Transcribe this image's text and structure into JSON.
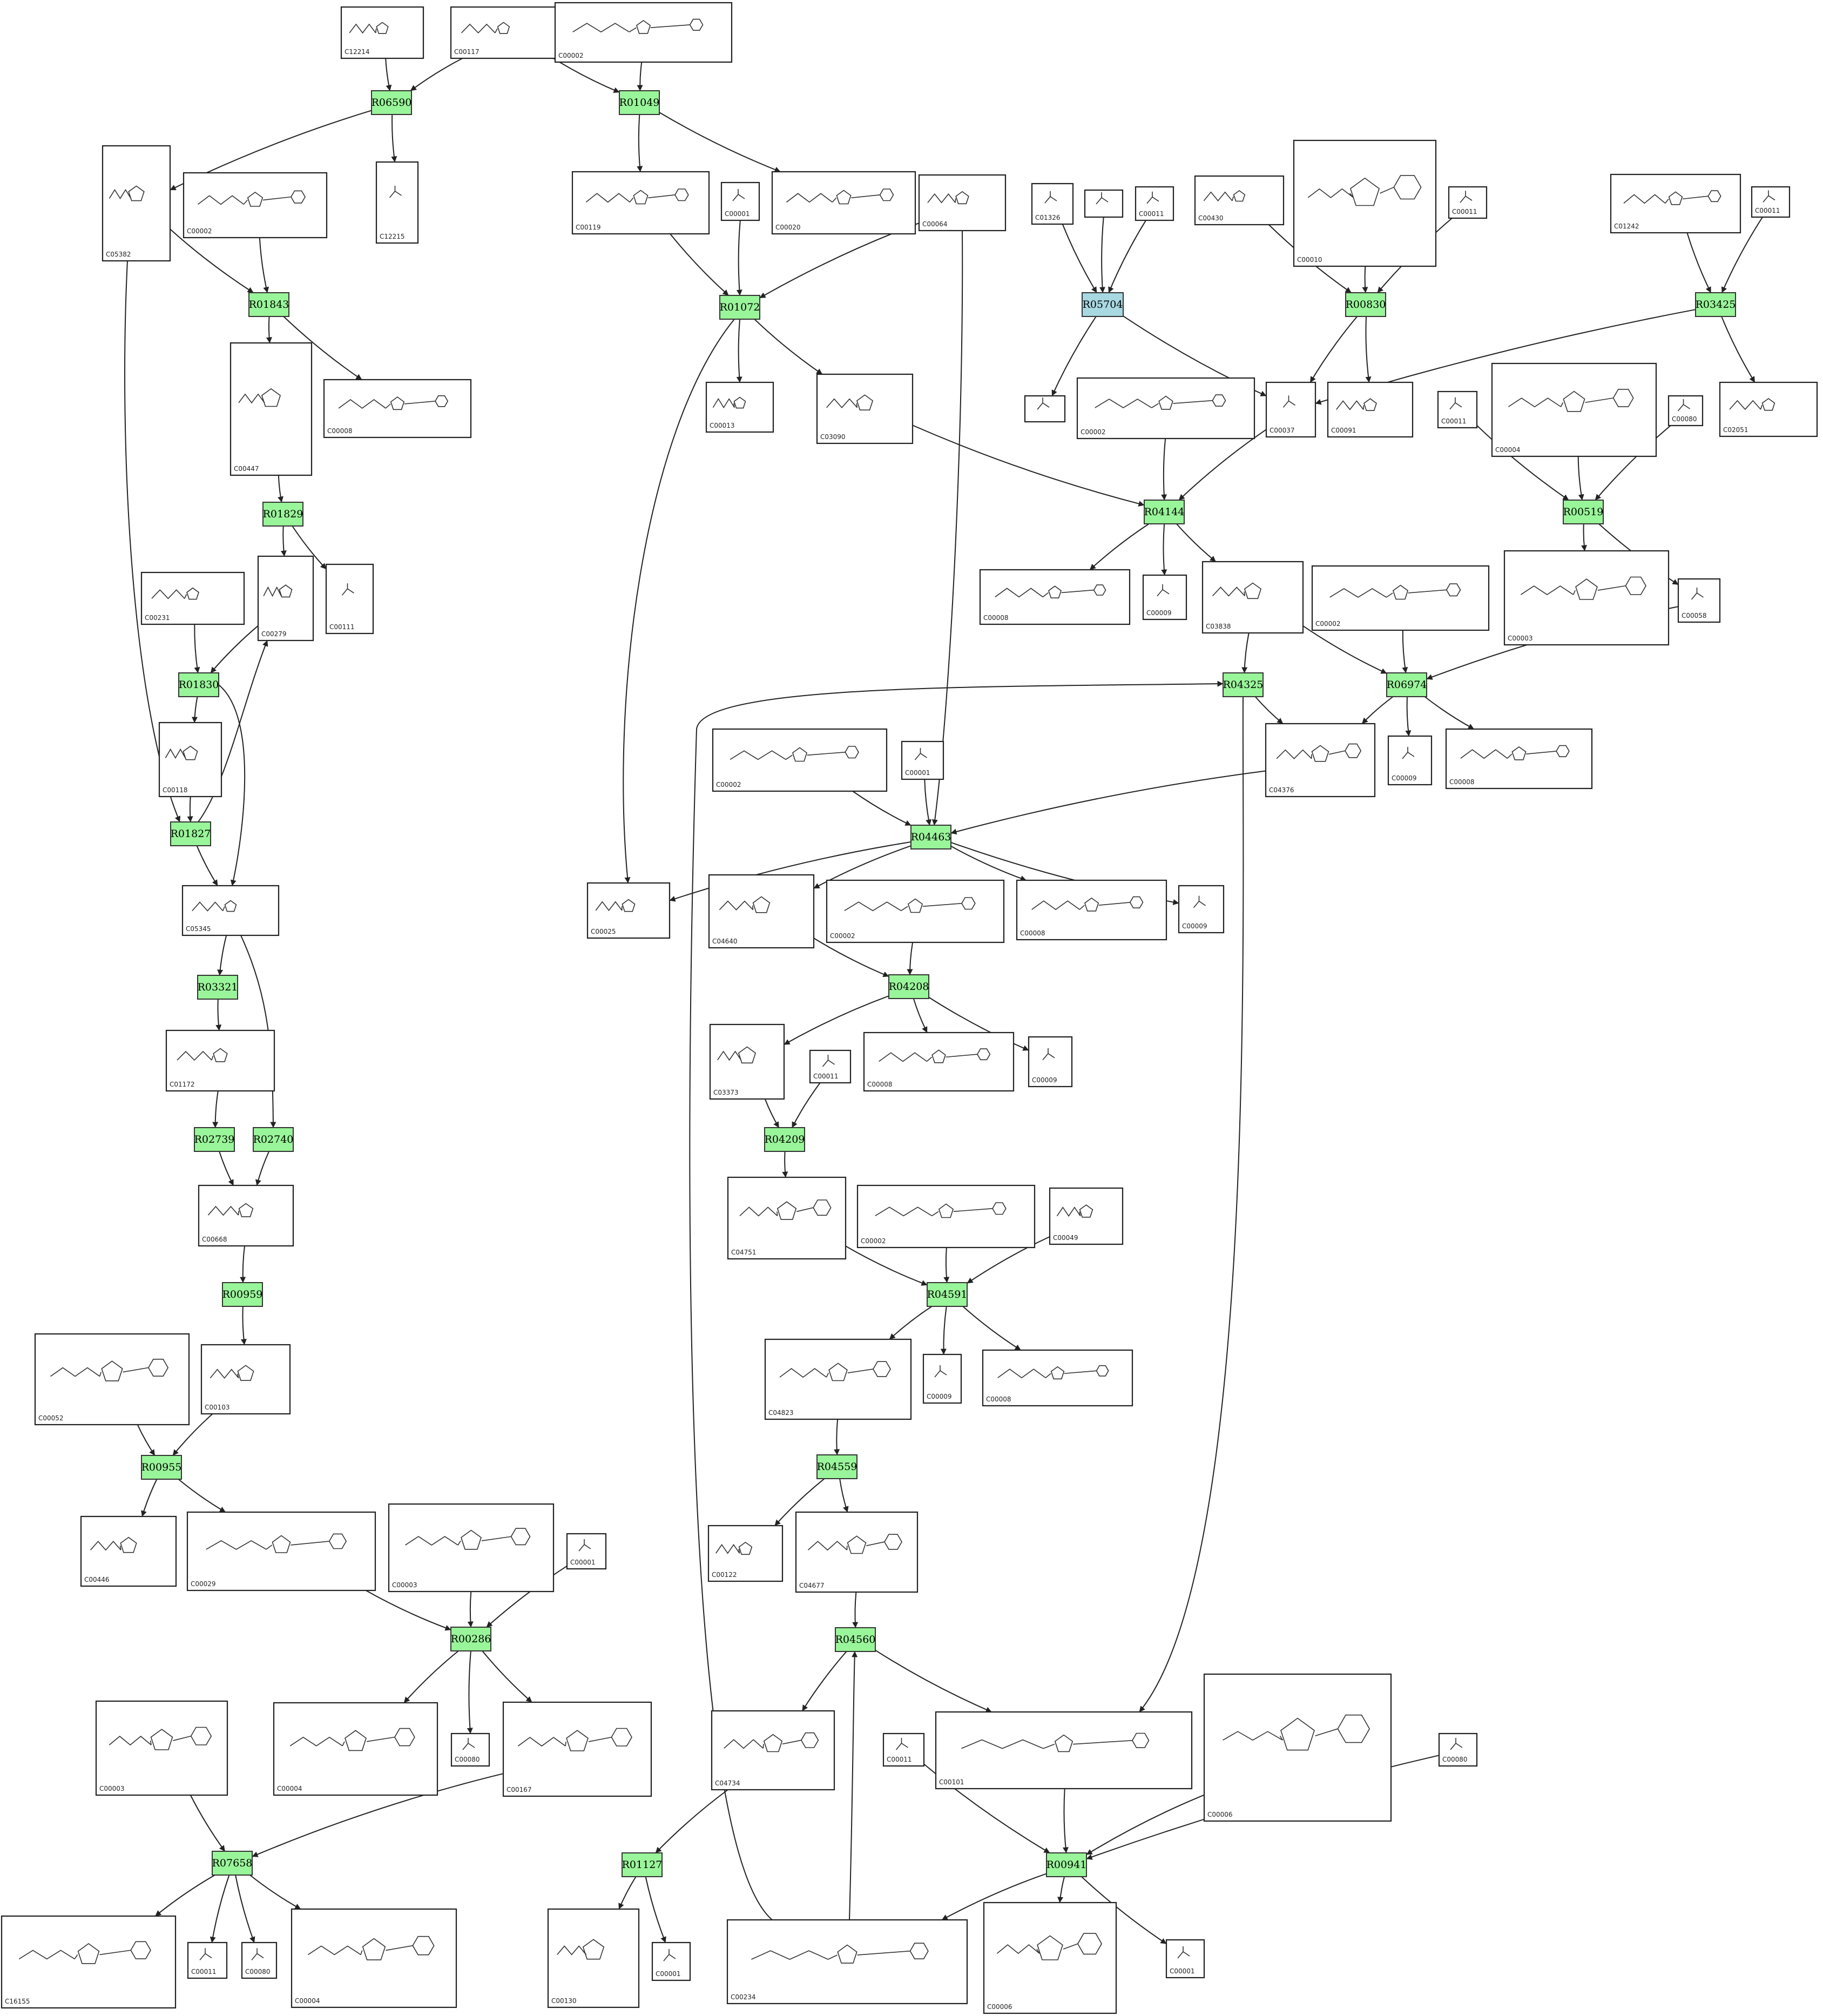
{
  "colors": {
    "reaction_fill": "#99f599",
    "highlight_reaction_fill": "#a8d8e2",
    "compound_fill": "#ffffff",
    "border": "#222222"
  },
  "compounds": [
    {
      "id": "c1",
      "label": "C12214"
    },
    {
      "id": "c2",
      "label": "C00117"
    },
    {
      "id": "c3",
      "label": "C00002"
    },
    {
      "id": "c4",
      "label": "C05382"
    },
    {
      "id": "c5",
      "label": "C00002"
    },
    {
      "id": "c6",
      "label": "C12215"
    },
    {
      "id": "c7",
      "label": "C00119"
    },
    {
      "id": "c8",
      "label": "C00001"
    },
    {
      "id": "c9",
      "label": "C00020"
    },
    {
      "id": "c10",
      "label": "C00064"
    },
    {
      "id": "c11",
      "label": "C01326"
    },
    {
      "id": "c12",
      "label": ""
    },
    {
      "id": "c13",
      "label": "C00011"
    },
    {
      "id": "c14",
      "label": "C00430"
    },
    {
      "id": "c15",
      "label": "C00010"
    },
    {
      "id": "c16",
      "label": "C00011"
    },
    {
      "id": "c17",
      "label": "C01242"
    },
    {
      "id": "c18",
      "label": "C00011"
    },
    {
      "id": "c19",
      "label": "C00447"
    },
    {
      "id": "c20",
      "label": "C00008"
    },
    {
      "id": "c21",
      "label": "C00013"
    },
    {
      "id": "c22",
      "label": "C03090"
    },
    {
      "id": "c23",
      "label": ""
    },
    {
      "id": "c24",
      "label": "C00002"
    },
    {
      "id": "c25",
      "label": "C00037"
    },
    {
      "id": "c26",
      "label": "C00091"
    },
    {
      "id": "c27",
      "label": "C00011"
    },
    {
      "id": "c28",
      "label": "C00004"
    },
    {
      "id": "c29",
      "label": "C00080"
    },
    {
      "id": "c30",
      "label": "C02051"
    },
    {
      "id": "c31",
      "label": "C00231"
    },
    {
      "id": "c32",
      "label": "C00279"
    },
    {
      "id": "c33",
      "label": "C00111"
    },
    {
      "id": "c34",
      "label": "C00008"
    },
    {
      "id": "c35",
      "label": "C00009"
    },
    {
      "id": "c36",
      "label": "C03838"
    },
    {
      "id": "c37",
      "label": "C00002"
    },
    {
      "id": "c38",
      "label": "C00003"
    },
    {
      "id": "c39",
      "label": "C00058"
    },
    {
      "id": "c40",
      "label": "C00118"
    },
    {
      "id": "c41",
      "label": "C00002"
    },
    {
      "id": "c42",
      "label": "C00001"
    },
    {
      "id": "c43",
      "label": "C04376"
    },
    {
      "id": "c44",
      "label": "C00009"
    },
    {
      "id": "c45",
      "label": "C00008"
    },
    {
      "id": "c46",
      "label": "C05345"
    },
    {
      "id": "c47",
      "label": "C00025"
    },
    {
      "id": "c48",
      "label": "C04640"
    },
    {
      "id": "c49",
      "label": "C00002"
    },
    {
      "id": "c50",
      "label": "C00008"
    },
    {
      "id": "c51",
      "label": "C00009"
    },
    {
      "id": "c52",
      "label": "C01172"
    },
    {
      "id": "c53",
      "label": "C03373"
    },
    {
      "id": "c54",
      "label": "C00011"
    },
    {
      "id": "c55",
      "label": "C00008"
    },
    {
      "id": "c56",
      "label": "C00009"
    },
    {
      "id": "c57",
      "label": "C00668"
    },
    {
      "id": "c58",
      "label": "C04751"
    },
    {
      "id": "c59",
      "label": "C00002"
    },
    {
      "id": "c60",
      "label": "C00049"
    },
    {
      "id": "c61",
      "label": "C00052"
    },
    {
      "id": "c62",
      "label": "C00103"
    },
    {
      "id": "c63",
      "label": "C04823"
    },
    {
      "id": "c64",
      "label": "C00009"
    },
    {
      "id": "c65",
      "label": "C00008"
    },
    {
      "id": "c66",
      "label": "C00446"
    },
    {
      "id": "c67",
      "label": "C00029"
    },
    {
      "id": "c68",
      "label": "C00003"
    },
    {
      "id": "c69",
      "label": "C00001"
    },
    {
      "id": "c70",
      "label": "C00122"
    },
    {
      "id": "c71",
      "label": "C04677"
    },
    {
      "id": "c72",
      "label": "C00003"
    },
    {
      "id": "c73",
      "label": "C00004"
    },
    {
      "id": "c74",
      "label": "C00080"
    },
    {
      "id": "c75",
      "label": "C00167"
    },
    {
      "id": "c76",
      "label": "C04734"
    },
    {
      "id": "c77",
      "label": "C00011"
    },
    {
      "id": "c78",
      "label": "C00101"
    },
    {
      "id": "c79",
      "label": "C00006"
    },
    {
      "id": "c80",
      "label": "C00080"
    },
    {
      "id": "c81",
      "label": "C16155"
    },
    {
      "id": "c82",
      "label": "C00011"
    },
    {
      "id": "c83",
      "label": "C00080"
    },
    {
      "id": "c84",
      "label": "C00004"
    },
    {
      "id": "c85",
      "label": "C00130"
    },
    {
      "id": "c86",
      "label": "C00001"
    },
    {
      "id": "c87",
      "label": "C00234"
    },
    {
      "id": "c88",
      "label": "C00006"
    },
    {
      "id": "c89",
      "label": "C00001"
    }
  ],
  "reactions": [
    {
      "id": "R06590",
      "label": "R06590"
    },
    {
      "id": "R01049",
      "label": "R01049"
    },
    {
      "id": "R01843",
      "label": "R01843"
    },
    {
      "id": "R01072",
      "label": "R01072"
    },
    {
      "id": "R05704",
      "label": "R05704",
      "highlight": true
    },
    {
      "id": "R00830",
      "label": "R00830"
    },
    {
      "id": "R03425",
      "label": "R03425"
    },
    {
      "id": "R04144",
      "label": "R04144"
    },
    {
      "id": "R00519",
      "label": "R00519"
    },
    {
      "id": "R01829",
      "label": "R01829"
    },
    {
      "id": "R01830",
      "label": "R01830"
    },
    {
      "id": "R04325",
      "label": "R04325"
    },
    {
      "id": "R06974",
      "label": "R06974"
    },
    {
      "id": "R01827",
      "label": "R01827"
    },
    {
      "id": "R04463",
      "label": "R04463"
    },
    {
      "id": "R03321",
      "label": "R03321"
    },
    {
      "id": "R04208",
      "label": "R04208"
    },
    {
      "id": "R02739",
      "label": "R02739"
    },
    {
      "id": "R02740",
      "label": "R02740"
    },
    {
      "id": "R04209",
      "label": "R04209"
    },
    {
      "id": "R00959",
      "label": "R00959"
    },
    {
      "id": "R04591",
      "label": "R04591"
    },
    {
      "id": "R00955",
      "label": "R00955"
    },
    {
      "id": "R04559",
      "label": "R04559"
    },
    {
      "id": "R00286",
      "label": "R00286"
    },
    {
      "id": "R04560",
      "label": "R04560"
    },
    {
      "id": "R07658",
      "label": "R07658"
    },
    {
      "id": "R01127",
      "label": "R01127"
    },
    {
      "id": "R00941",
      "label": "R00941"
    }
  ]
}
